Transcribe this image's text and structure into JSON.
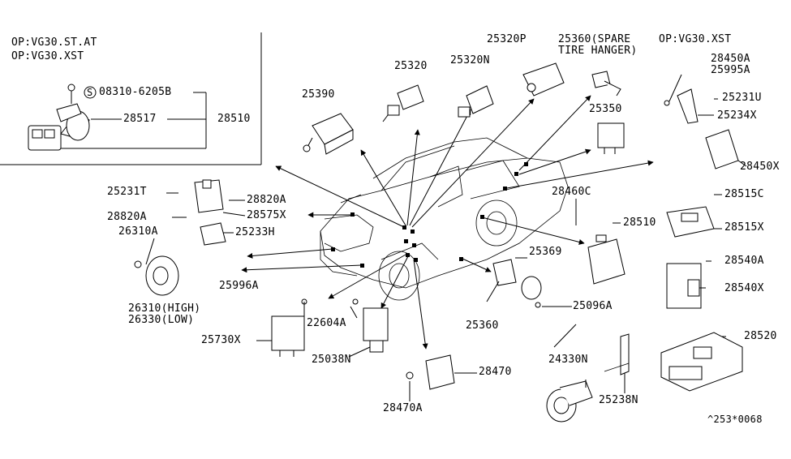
{
  "inset": {
    "option_line_1": "OP:VG30.ST.AT",
    "option_line_2": "OP:VG30.XST",
    "bolt_label": "08310-6205B",
    "bolt_symbol": "S",
    "part_28517": "28517",
    "part_28510": "28510"
  },
  "option_right": "OP:VG30.XST",
  "labels": {
    "p25320P": "25320P",
    "p25360": "25360(SPARE",
    "p25360b": "TIRE HANGER)",
    "p25320": "25320",
    "p25320N": "25320N",
    "p25390": "25390",
    "p25350": "25350",
    "p28450A": "28450A",
    "p25995A": "25995A",
    "p25231U": "25231U",
    "p25234X": "25234X",
    "p28450X": "28450X",
    "p28515C": "28515C",
    "p28515X": "28515X",
    "p28460C": "28460C",
    "p28510": "28510",
    "p28540A": "28540A",
    "p28540X": "28540X",
    "p28520": "28520",
    "p25231T": "25231T",
    "p28820A_1": "28820A",
    "p28820A_2": "28820A",
    "p28575X": "28575X",
    "p25233H": "25233H",
    "p26310A": "26310A",
    "p26310": "26310(HIGH)",
    "p26330": "26330(LOW)",
    "p25996A": "25996A",
    "p25730X": "25730X",
    "p22604A": "22604A",
    "p25038N": "25038N",
    "p25369": "25369",
    "p25096A": "25096A",
    "p25360_low": "25360",
    "p28470": "28470",
    "p28470A": "28470A",
    "p24330N": "24330N",
    "p25238N": "25238N"
  },
  "ref_code": "^253*0068"
}
